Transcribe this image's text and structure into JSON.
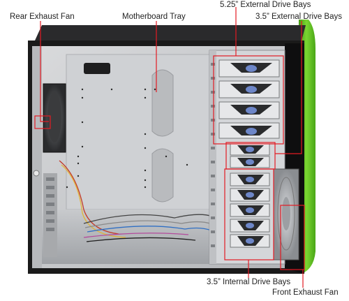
{
  "labels": {
    "rear_exhaust_fan": "Rear Exhaust Fan",
    "motherboard_tray": "Motherboard Tray",
    "external_525": "5.25” External Drive Bays",
    "external_35": "3.5” External Drive Bays",
    "internal_35": "3.5” Internal Drive Bays",
    "front_exhaust_fan": "Front Exhaust Fan"
  },
  "colors": {
    "callout": "#e31b23",
    "accent": "#5fc21f",
    "case_black": "#1a1a1a",
    "interior": "#c9cbcd"
  }
}
